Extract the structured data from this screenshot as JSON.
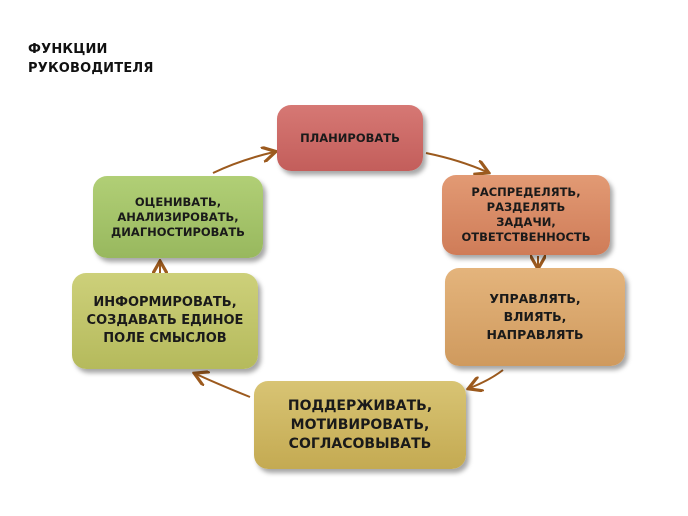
{
  "title": {
    "line1": "ФУНКЦИИ",
    "line2": "РУКОВОДИТЕЛЯ"
  },
  "nodes": [
    {
      "id": "plan",
      "label": "ПЛАНИРОВАТЬ",
      "color": "#cd6b68"
    },
    {
      "id": "distribute",
      "label": "РАСПРЕДЕЛЯТЬ,\nРАЗДЕЛЯТЬ\nЗАДАЧИ,\nОТВЕТСТВЕННОСТЬ",
      "color": "#d98a66"
    },
    {
      "id": "manage",
      "label": "УПРАВЛЯТЬ,\nВЛИЯТЬ,\nНАПРАВЛЯТЬ",
      "color": "#d9a86e"
    },
    {
      "id": "support",
      "label": "ПОДДЕРЖИВАТЬ,\nМОТИВИРОВАТЬ,\nСОГЛАСОВЫВАТЬ",
      "color": "#cdb564"
    },
    {
      "id": "inform",
      "label": "ИНФОРМИРОВАТЬ,\nСОЗДАВАТЬ ЕДИНОЕ\nПОЛЕ СМЫСЛОВ",
      "color": "#bfc46a"
    },
    {
      "id": "evaluate",
      "label": "ОЦЕНИВАТЬ,\nАНАЛИЗИРОВАТЬ,\nДИАГНОСТИРОВАТЬ",
      "color": "#a4c26a"
    }
  ],
  "arrow_color": "#9c5a1e"
}
